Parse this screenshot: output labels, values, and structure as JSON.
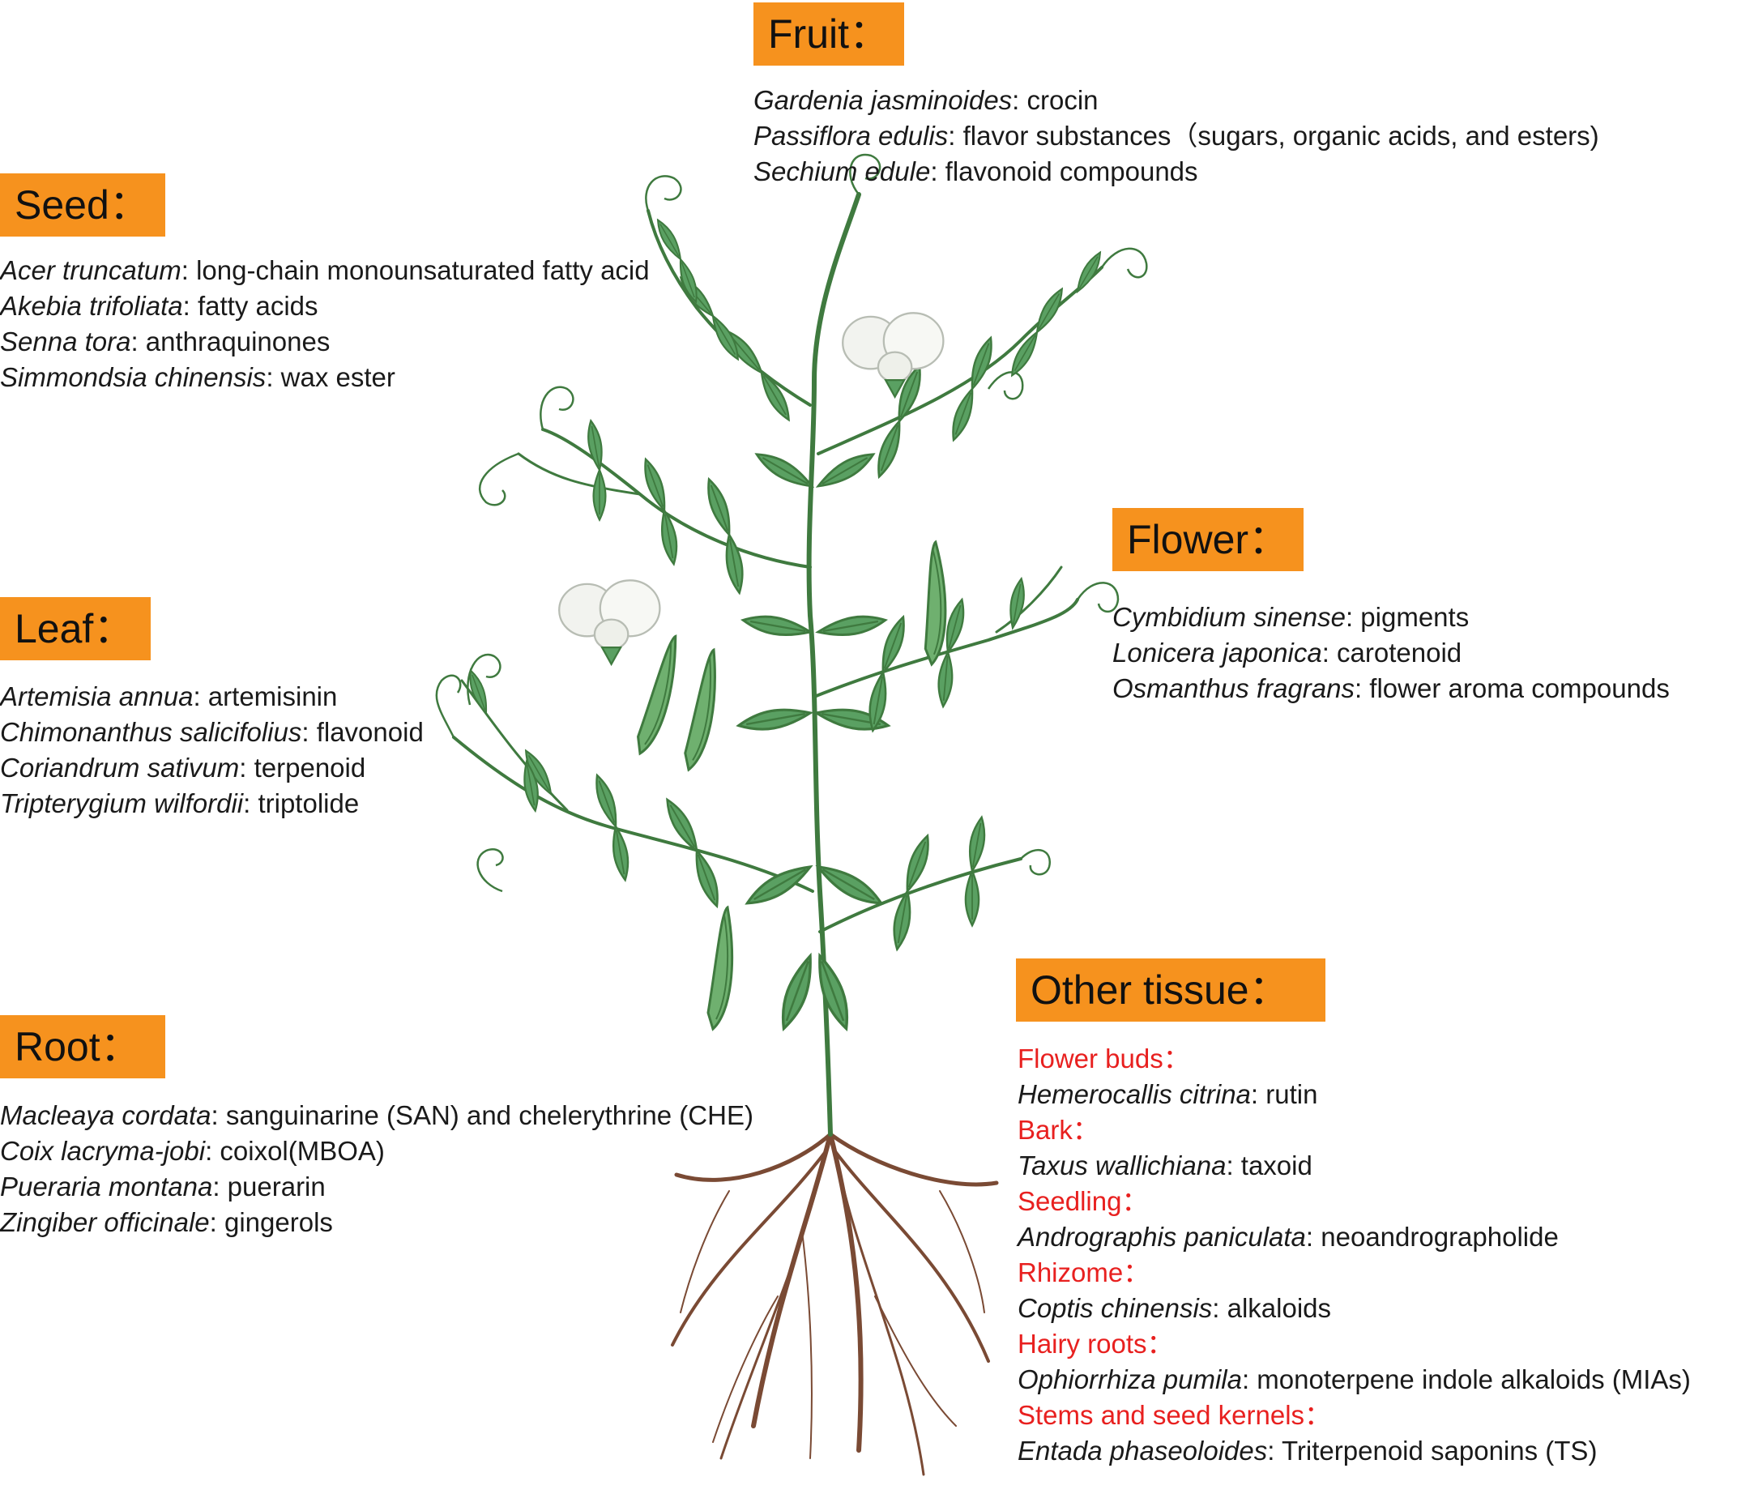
{
  "colors": {
    "label_bg": "#f6921e",
    "subcategory": "#e8201f",
    "leaf": "#5aa062",
    "stem": "#3f7a3f",
    "root": "#7a4a34"
  },
  "sections": {
    "fruit": {
      "title": "Fruit：",
      "entries": [
        {
          "species": "Gardenia jasminoides",
          "compound": ": crocin"
        },
        {
          "species": "Passiflora edulis",
          "compound": ": flavor substances（sugars, organic acids, and esters)"
        },
        {
          "species": "Sechium edule",
          "compound": ": flavonoid compounds"
        }
      ]
    },
    "seed": {
      "title": "Seed：",
      "entries": [
        {
          "species": "Acer truncatum",
          "compound": ": long-chain monounsaturated fatty acid"
        },
        {
          "species": "Akebia trifoliata",
          "compound": ": fatty acids"
        },
        {
          "species": "Senna tora",
          "compound": ": anthraquinones"
        },
        {
          "species": "Simmondsia chinensis",
          "compound": ": wax ester"
        }
      ]
    },
    "flower": {
      "title": "Flower：",
      "entries": [
        {
          "species": "Cymbidium sinense",
          "compound": ": pigments"
        },
        {
          "species": "Lonicera japonica",
          "compound": ": carotenoid"
        },
        {
          "species": "Osmanthus fragrans",
          "compound": ": flower aroma compounds"
        }
      ]
    },
    "leaf": {
      "title": "Leaf：",
      "entries": [
        {
          "species": "Artemisia annua",
          "compound": ": artemisinin"
        },
        {
          "species": "Chimonanthus salicifolius",
          "compound": ": flavonoid"
        },
        {
          "species": "Coriandrum sativum",
          "compound": ": terpenoid"
        },
        {
          "species": "Tripterygium wilfordii",
          "compound": ": triptolide"
        }
      ]
    },
    "root": {
      "title": "Root：",
      "entries": [
        {
          "species": "Macleaya cordata",
          "compound": ": sanguinarine (SAN) and chelerythrine (CHE)"
        },
        {
          "species": "Coix lacryma-jobi",
          "compound": ": coixol(MBOA)"
        },
        {
          "species": "Pueraria montana",
          "compound": ": puerarin"
        },
        {
          "species": "Zingiber officinale",
          "compound": ": gingerols"
        }
      ]
    },
    "other": {
      "title": "Other tissue：",
      "groups": [
        {
          "name": "Flower buds：",
          "species": "Hemerocallis citrina",
          "compound": ": rutin"
        },
        {
          "name": "Bark：",
          "species": "Taxus wallichiana",
          "compound": ": taxoid"
        },
        {
          "name": "Seedling：",
          "species": "Andrographis paniculata",
          "compound": ": neoandrographolide"
        },
        {
          "name": "Rhizome：",
          "species": "Coptis chinensis",
          "compound": ": alkaloids"
        },
        {
          "name": "Hairy roots：",
          "species": "Ophiorrhiza pumila",
          "compound": ": monoterpene indole alkaloids (MIAs)"
        },
        {
          "name": "Stems and seed kernels：",
          "species": "Entada phaseoloides",
          "compound": ": Triterpenoid saponins (TS)"
        }
      ]
    }
  }
}
